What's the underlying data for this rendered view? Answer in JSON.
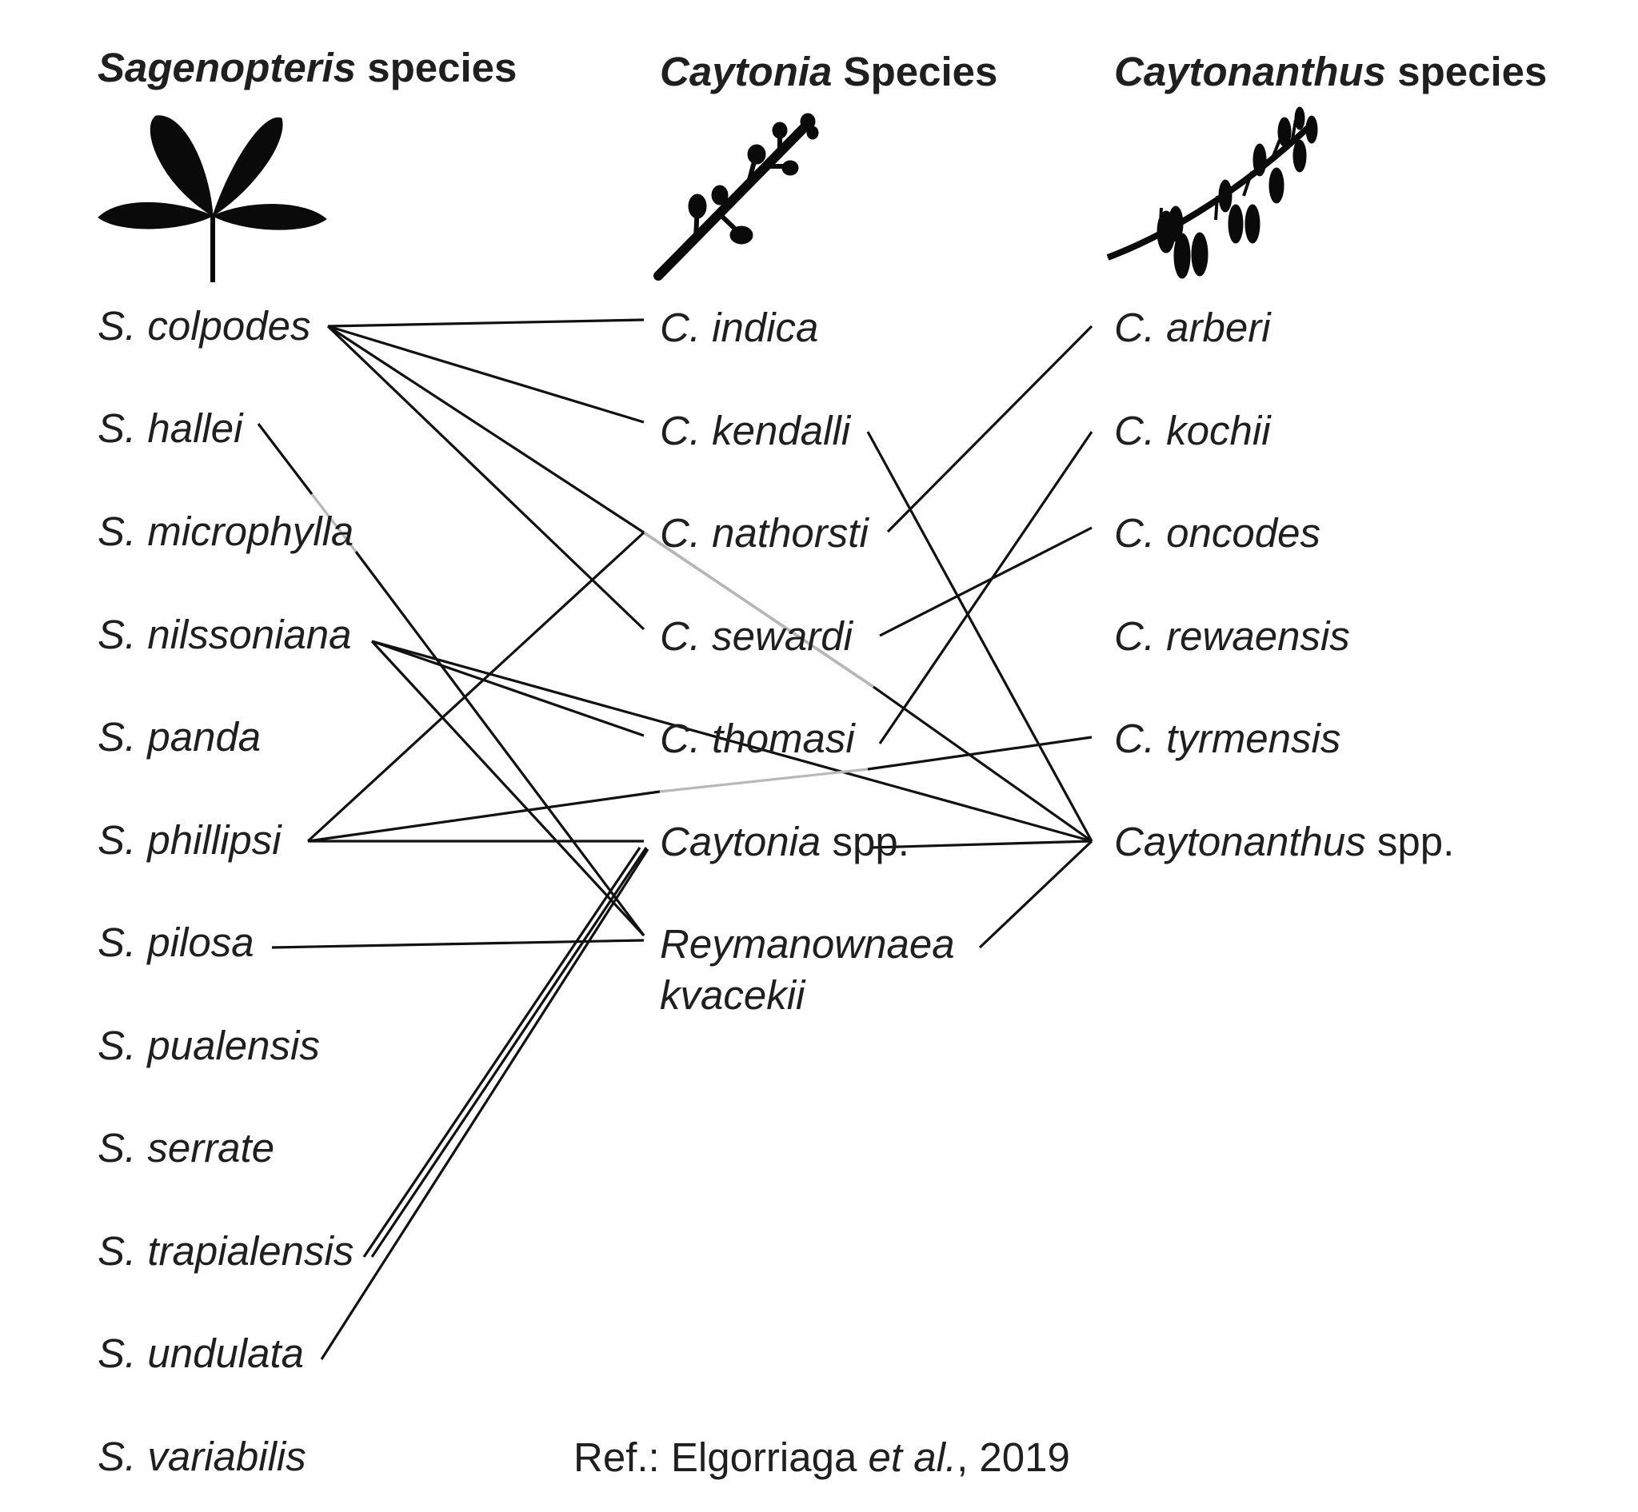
{
  "headers": {
    "sagenopteris": {
      "italic": "Sagenopteris",
      "rest": " species"
    },
    "caytonia": {
      "italic": "Caytonia",
      "rest": " Species"
    },
    "caytonanthus": {
      "italic": "Caytonanthus",
      "rest": " species"
    }
  },
  "icons": {
    "sagenopteris": "sagenopteris-leaf-icon",
    "caytonia": "caytonia-branch-icon",
    "caytonanthus": "caytonanthus-branch-icon"
  },
  "sagenopteris_species": [
    "S. colpodes",
    "S. hallei",
    "S. microphylla",
    "S. nilssoniana",
    "S. panda",
    "S. phillipsi",
    "S. pilosa",
    "S. pualensis",
    "S. serrate",
    "S. trapialensis",
    "S. undulata",
    "S. variabilis"
  ],
  "caytonia_species": [
    "C. indica",
    "C. kendalli",
    "C. nathorsti",
    "C. sewardi",
    "C. thomasi"
  ],
  "caytonia_spp": {
    "italic": "Caytonia",
    "rest": " spp."
  },
  "reymanownaea": {
    "line1": "Reymanownaea",
    "line2": "kvacekii"
  },
  "caytonanthus_species": [
    "C. arberi",
    "C. kochii",
    "C. oncodes",
    "C. rewaensis",
    "C. tyrmensis"
  ],
  "caytonanthus_spp": {
    "italic": "Caytonanthus",
    "rest": " spp."
  },
  "reference": {
    "prefix": "Ref.: Elgorriaga ",
    "italic": "et al.",
    "suffix": ", 2019"
  },
  "colors": {
    "line": "#111111",
    "line_partial": "#b8b8b8",
    "text": "#1f1f1f",
    "silhouette": "#0a0a0a"
  }
}
